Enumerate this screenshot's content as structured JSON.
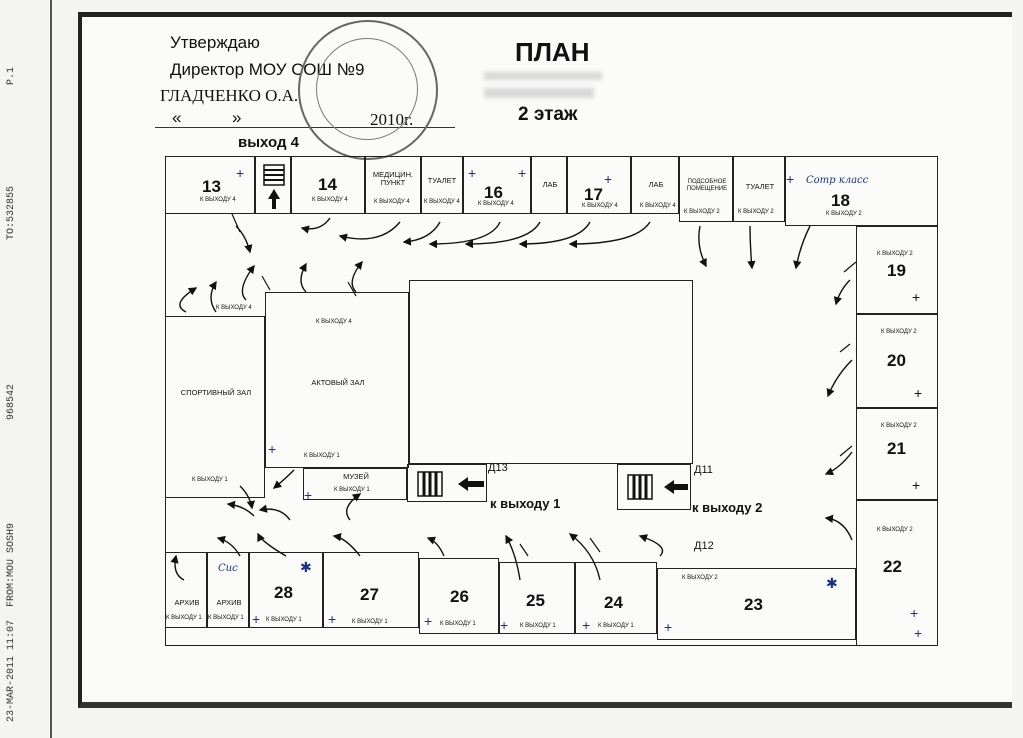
{
  "fax_header": {
    "date_time": "23-MAR-2011 11:07",
    "from": "FROM:MOU SOSH9",
    "fax_number": "968542",
    "to": "TO:532855",
    "page": "P.1"
  },
  "approval": {
    "line1": "Утверждаю",
    "line2": "Директор МОУ СОШ №9",
    "line3": "ГЛАДЧЕНКО О.А.",
    "line4_open": "«",
    "line4_close": "»",
    "year": "2010г."
  },
  "title": "ПЛАН",
  "floor": "2 этаж",
  "exit4_label": "выход 4",
  "rooms": {
    "r13": {
      "num": "13",
      "exit": "К ВЫХОДУ 4"
    },
    "r14": {
      "num": "14",
      "exit": "К ВЫХОДУ 4"
    },
    "medical": {
      "name": "МЕДИЦИН. ПУНКТ",
      "exit": "К ВЫХОДУ 4"
    },
    "toilet1": {
      "name": "ТУАЛЕТ",
      "exit": "К ВЫХОДУ 4"
    },
    "r16": {
      "num": "16",
      "exit": "К ВЫХОДУ 4"
    },
    "lab1": {
      "name": "ЛАБ"
    },
    "r17": {
      "num": "17",
      "exit": "К ВЫХОДУ 4"
    },
    "lab2": {
      "name": "ЛАБ",
      "exit": "К ВЫХОДУ 4"
    },
    "utility": {
      "name": "ПОДСОБНОЕ ПОМЕЩЕНИЕ",
      "exit": "К ВЫХОДУ 2"
    },
    "toilet2": {
      "name": "ТУАЛЕТ",
      "exit": "К ВЫХОДУ 2"
    },
    "r18": {
      "num": "18",
      "exit": "К ВЫХОДУ 2",
      "note": "Comp класс"
    },
    "r19": {
      "num": "19",
      "exit": "К ВЫХОДУ 2"
    },
    "r20": {
      "num": "20",
      "exit": "К ВЫХОДУ 2"
    },
    "r21": {
      "num": "21",
      "exit": "К ВЫХОДУ 2"
    },
    "r22": {
      "num": "22",
      "exit": "К ВЫХОДУ 2"
    },
    "r23": {
      "num": "23",
      "exit": "К ВЫХОДУ 2"
    },
    "r24": {
      "num": "24",
      "exit": "К ВЫХОДУ 1"
    },
    "r25": {
      "num": "25",
      "exit": "К ВЫХОДУ 1"
    },
    "r26": {
      "num": "26",
      "exit": "К ВЫХОДУ 1"
    },
    "r27": {
      "num": "27",
      "exit": "К ВЫХОДУ 1"
    },
    "r28": {
      "num": "28",
      "exit": "К ВЫХОДУ 1"
    },
    "archive1": {
      "name": "АРХИВ",
      "exit": "К ВЫХОДУ 1"
    },
    "archive2": {
      "name": "АРХИВ",
      "exit": "К ВЫХОДУ 1",
      "note": "Сис"
    },
    "gym": {
      "name": "СПОРТИВНЫЙ ЗАЛ",
      "exit": "К ВЫХОДУ 4",
      "exit2": "К ВЫХОДУ 1"
    },
    "hall": {
      "name": "АКТОВЫЙ ЗАЛ",
      "exit": "К ВЫХОДУ 4",
      "exit2": "К ВЫХОДУ 1"
    },
    "museum": {
      "name": "МУЗЕЙ",
      "exit": "К ВЫХОДУ 1"
    }
  },
  "exits": {
    "d13": "Д13",
    "to_exit1": "к выходу 1",
    "d11": "Д11",
    "to_exit2": "к выходу 2",
    "d12": "Д12"
  }
}
